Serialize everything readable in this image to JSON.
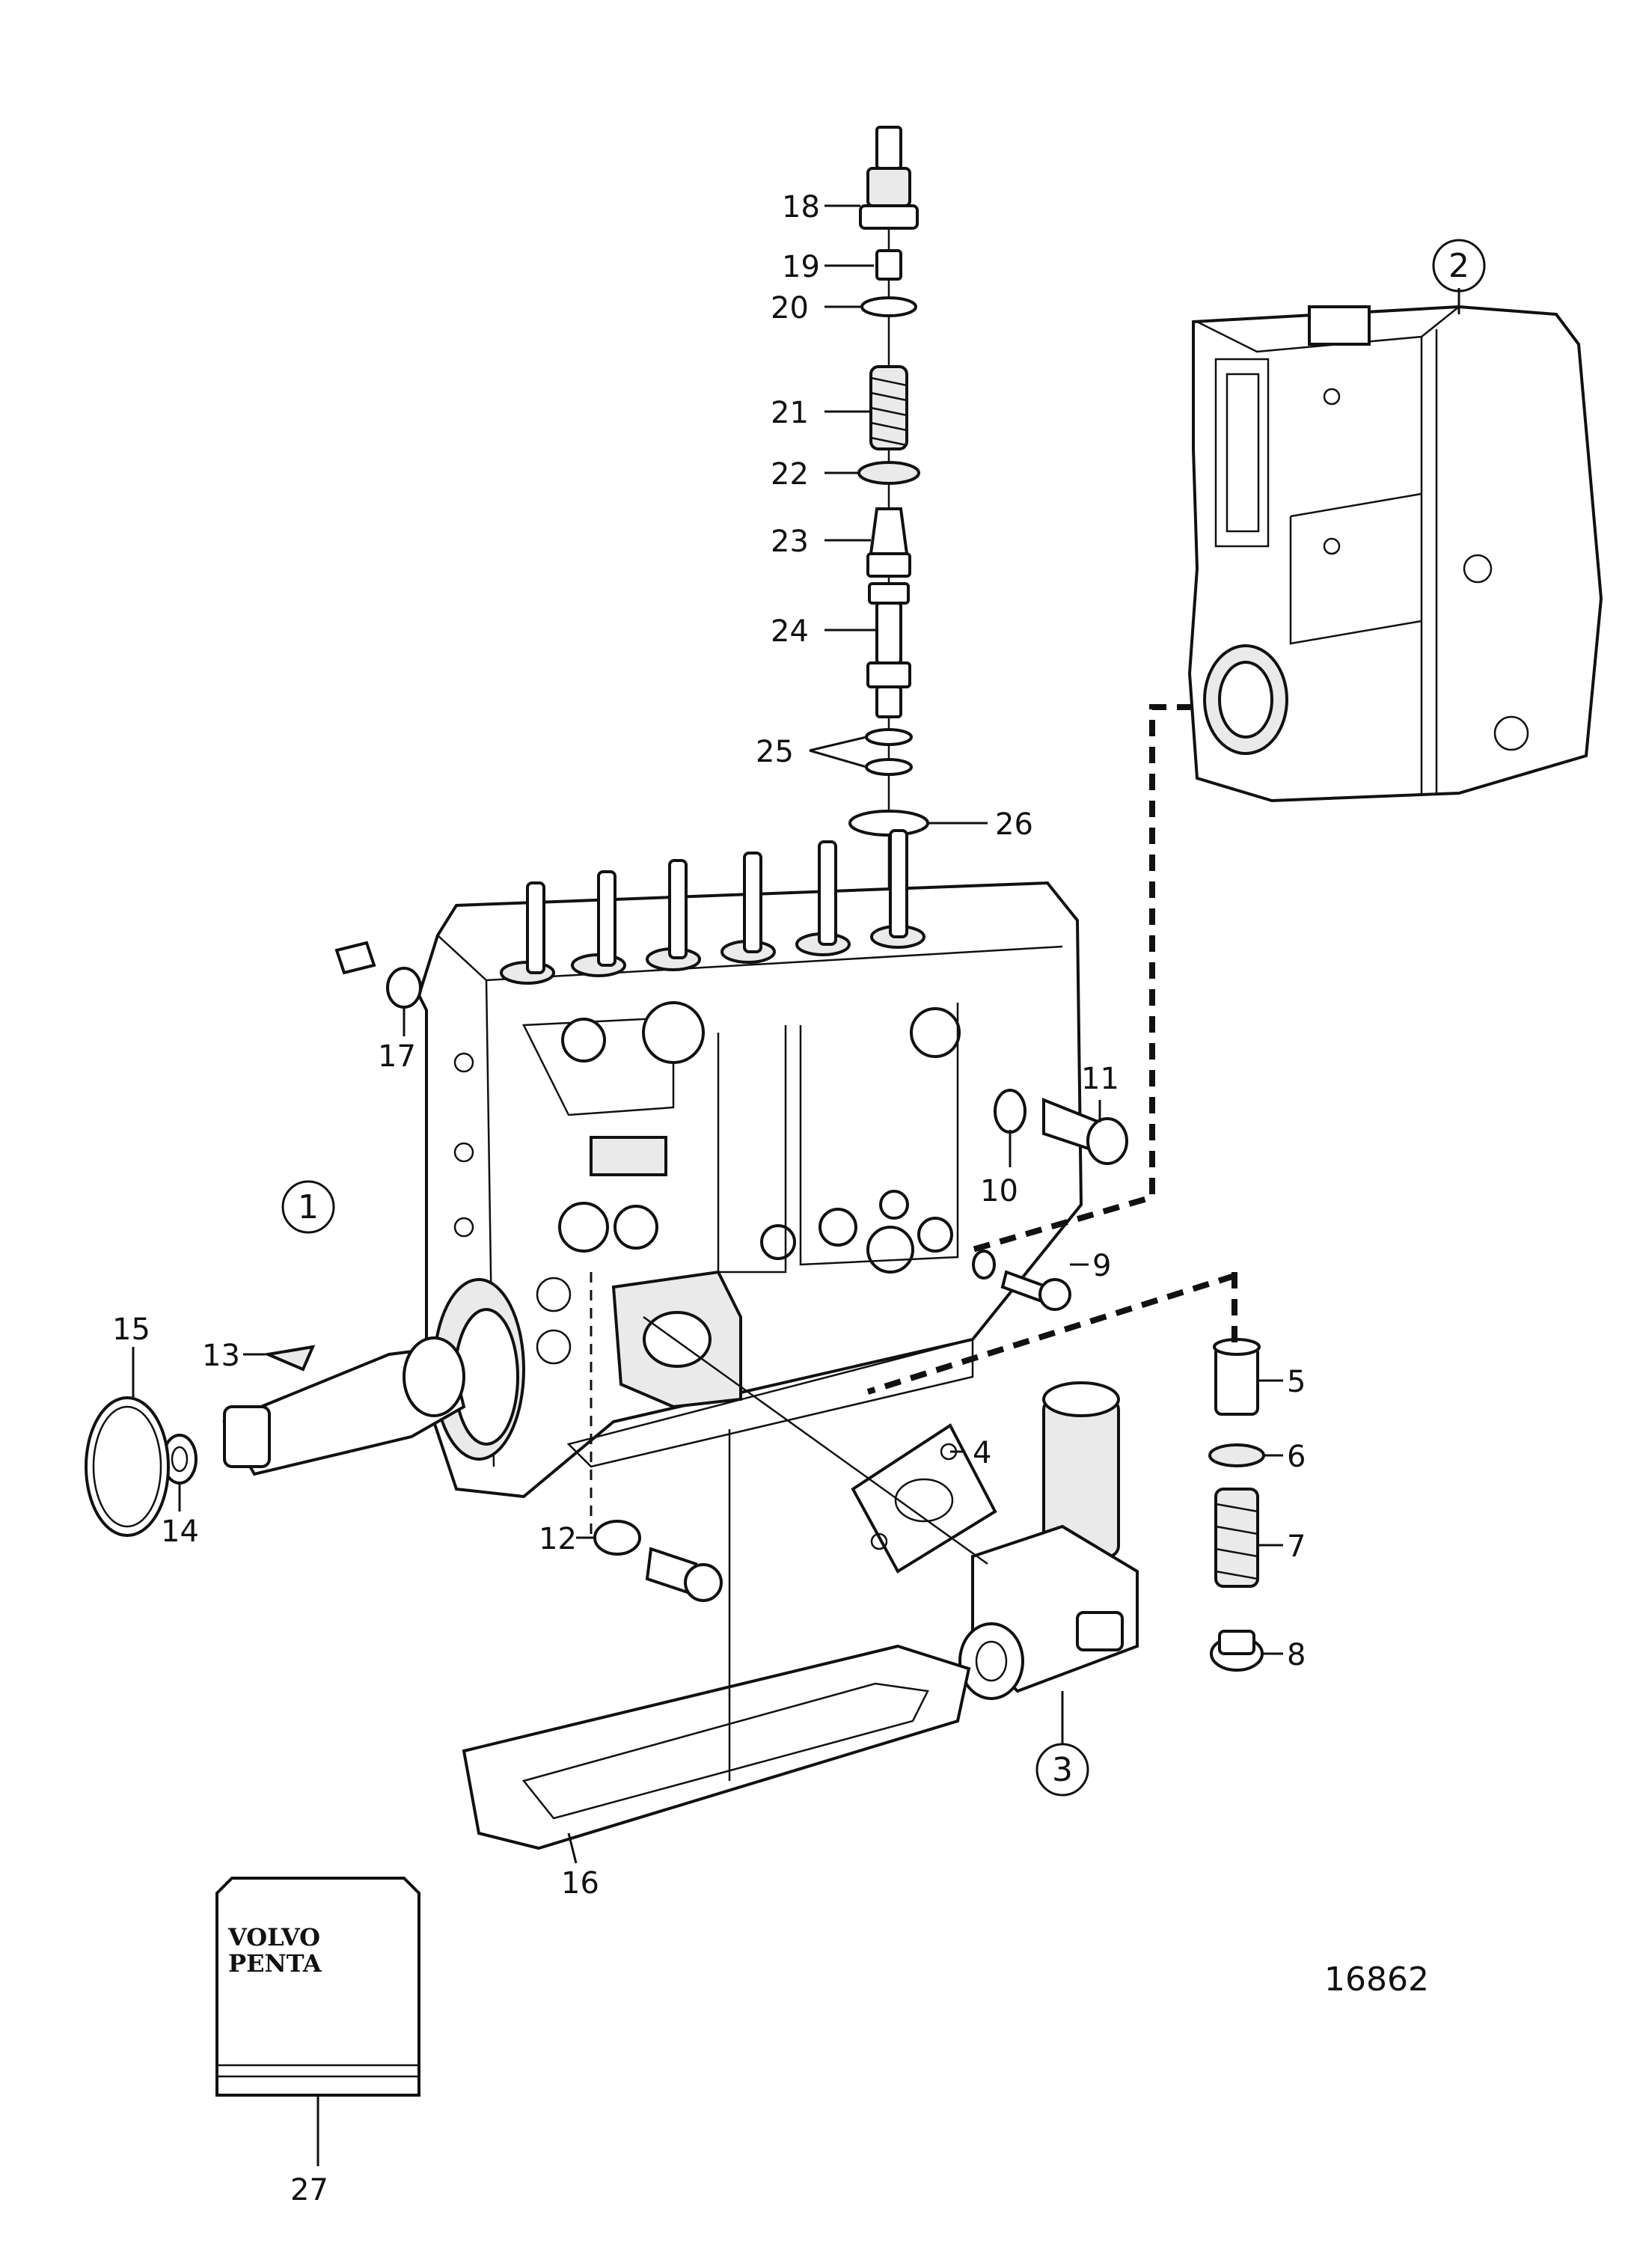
{
  "diagram": {
    "figure_number": "16862",
    "package_brand_line1": "VOLVO",
    "package_brand_line2": "PENTA",
    "circled_callouts": [
      "1",
      "2",
      "3"
    ],
    "callouts": [
      "4",
      "5",
      "6",
      "7",
      "8",
      "9",
      "10",
      "11",
      "12",
      "13",
      "14",
      "15",
      "16",
      "17",
      "18",
      "19",
      "20",
      "21",
      "22",
      "23",
      "24",
      "25",
      "26",
      "27"
    ]
  }
}
